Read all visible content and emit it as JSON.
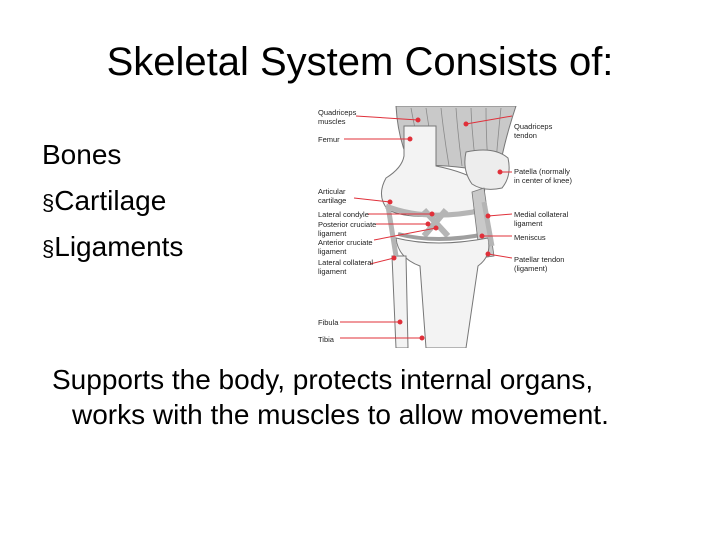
{
  "slide": {
    "title": "Skeletal System Consists of:",
    "bullets": [
      {
        "marker": "",
        "text": "Bones"
      },
      {
        "marker": "§",
        "text": "Cartilage"
      },
      {
        "marker": "§",
        "text": "Ligaments"
      }
    ],
    "caption": "Supports the body, protects internal organs, works with the muscles to allow movement."
  },
  "figure": {
    "left_labels": [
      "Quadriceps",
      "muscles",
      "Femur",
      "Articular",
      "cartilage",
      "Lateral condyle",
      "Posterior cruciate",
      "ligament",
      "Anterior cruciate",
      "ligament",
      "Lateral collateral",
      "ligament",
      "Fibula",
      "Tibia"
    ],
    "right_labels": [
      "Quadriceps",
      "tendon",
      "Patella (normally",
      "in center of knee)",
      "Medial collateral",
      "ligament",
      "Meniscus",
      "Patellar tendon",
      "(ligament)"
    ],
    "colors": {
      "bone": "#f3f3f3",
      "muscle": "#c9c9c9",
      "ligament": "#b5b5b5",
      "callout": "#e0303a",
      "outline": "#777777"
    }
  }
}
